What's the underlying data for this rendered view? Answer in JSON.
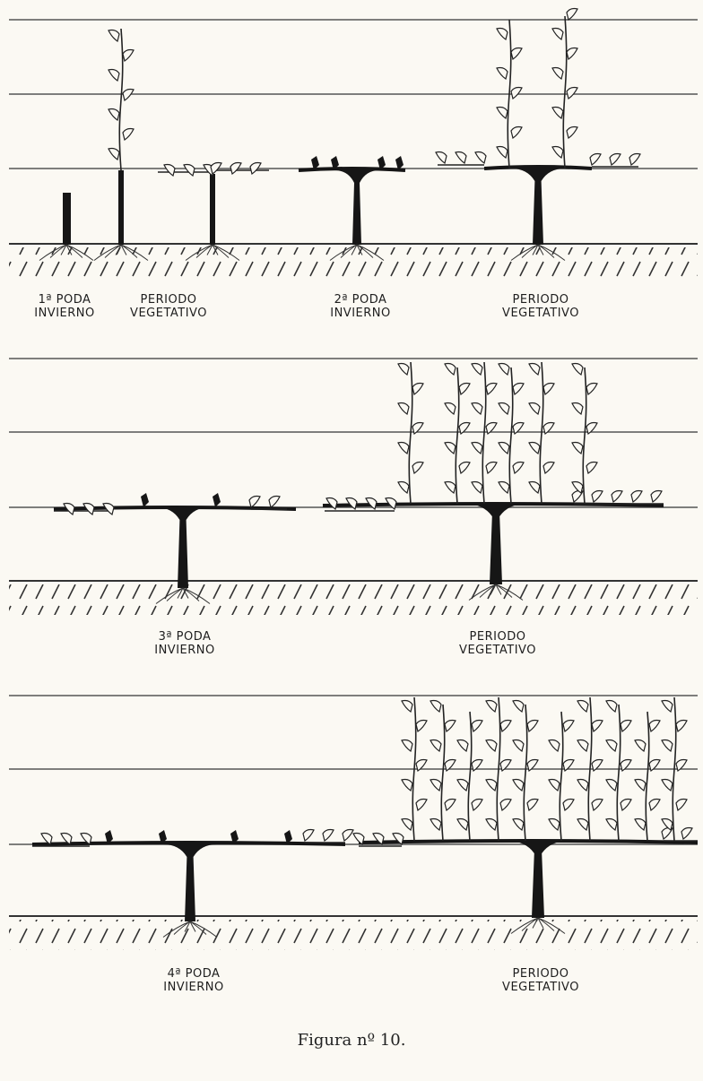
{
  "stages": [
    {
      "line1": "1ª PODA",
      "line2": "INVIERNO"
    },
    {
      "line1": "PERIODO",
      "line2": "VEGETATIVO"
    },
    {
      "line1": "2ª PODA",
      "line2": "INVIERNO"
    },
    {
      "line1": "PERIODO",
      "line2": "VEGETATIVO"
    },
    {
      "line1": "3ª PODA",
      "line2": "INVIERNO"
    },
    {
      "line1": "PERIODO",
      "line2": "VEGETATIVO"
    },
    {
      "line1": "4ª PODA",
      "line2": "INVIERNO"
    },
    {
      "line1": "PERIODO",
      "line2": "VEGETATIVO"
    }
  ],
  "caption": "Figura nº 10."
}
